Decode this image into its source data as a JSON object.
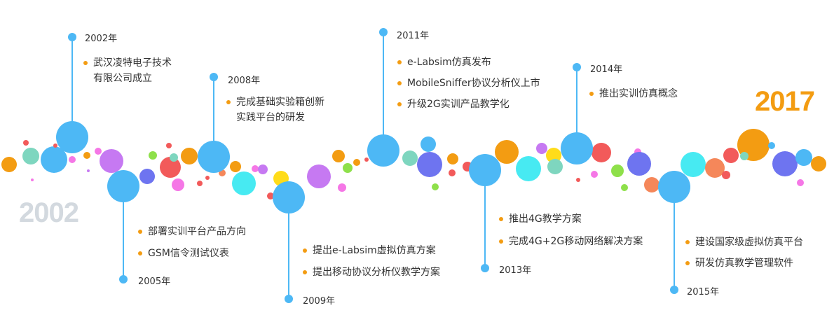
{
  "start_year": "2002",
  "end_year": "2017",
  "milestones": [
    {
      "year": "2002年",
      "items": [
        {
          "lines": [
            "武汉凌特电子技术",
            "有限公司成立"
          ]
        }
      ]
    },
    {
      "year": "2005年",
      "items": [
        {
          "lines": [
            "部署实训平台产品方向"
          ]
        },
        {
          "lines": [
            "GSM信令测试仪表"
          ]
        }
      ]
    },
    {
      "year": "2008年",
      "items": [
        {
          "lines": [
            "完成基础实验箱创新",
            "实践平台的研发"
          ]
        }
      ]
    },
    {
      "year": "2009年",
      "items": [
        {
          "lines": [
            "提出e-Labsim虚拟仿真方案"
          ]
        },
        {
          "lines": [
            "提出移动协议分析仪教学方案"
          ]
        }
      ]
    },
    {
      "year": "2011年",
      "items": [
        {
          "lines": [
            "e-Labsim仿真发布"
          ]
        },
        {
          "lines": [
            "MobileSniffer协议分析仪上市"
          ]
        },
        {
          "lines": [
            "升级2G实训产品教学化"
          ]
        }
      ]
    },
    {
      "year": "2013年",
      "items": [
        {
          "lines": [
            "推出4G教学方案"
          ]
        },
        {
          "lines": [
            "完成4G+2G移动网络解决方案"
          ]
        }
      ]
    },
    {
      "year": "2014年",
      "items": [
        {
          "lines": [
            "推出实训仿真概念"
          ]
        }
      ]
    },
    {
      "year": "2015年",
      "items": [
        {
          "lines": [
            "建设国家级虚拟仿真平台"
          ]
        },
        {
          "lines": [
            "研发仿真教学管理软件"
          ]
        }
      ]
    }
  ],
  "colors": {
    "timeline": "#4db8f5",
    "bullet": "#f39c12",
    "start_year": "#d3d9df",
    "end_year": "#f39c12",
    "palette": [
      "#f39c12",
      "#4db8f5",
      "#c679f2",
      "#7ed6bf",
      "#f25a5a",
      "#8ee04a",
      "#f577e6",
      "#6e74f0",
      "#ffdc1a",
      "#47eaf2",
      "#f5875a",
      "#e8e8e8"
    ]
  }
}
